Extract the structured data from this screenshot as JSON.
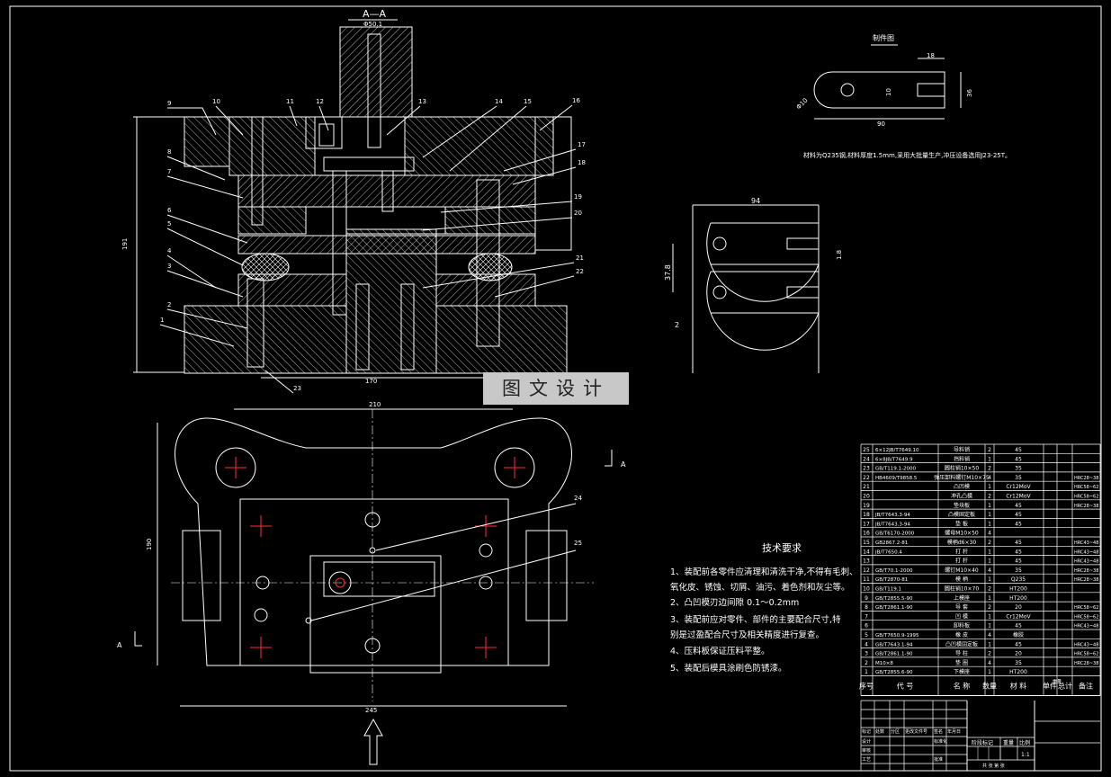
{
  "section_label": "A—A",
  "section_dim": "Φ50.1",
  "part_numbers_left": [
    "9",
    "10",
    "8",
    "7",
    "6",
    "5",
    "4",
    "3",
    "2",
    "1"
  ],
  "part_numbers_top": [
    "11",
    "12",
    "13",
    "14",
    "15",
    "16"
  ],
  "part_numbers_right": [
    "17",
    "18",
    "19",
    "20",
    "21",
    "22"
  ],
  "part_23": "23",
  "dim_height": "191",
  "dim_170": "170",
  "dim_210": "210",
  "dim_190": "190",
  "dim_245": "245",
  "part_24": "24",
  "part_25": "25",
  "section_arrow_label": "A",
  "workpiece": {
    "title": "制件图",
    "dim_18": "18",
    "dim_10": "10",
    "dim_36": "36",
    "dim_90": "90",
    "dim_phi10": "Φ10",
    "note": "材料为Q235钢,材料厚度1.5mm,采用大批量生产,冲压设备选用J23-25T。"
  },
  "strip": {
    "dim_94": "94",
    "dim_37_8": "37.8",
    "dim_1_8": "1.8",
    "dim_2": "2"
  },
  "watermark": "图文设计",
  "tech": {
    "title": "技术要求",
    "items": [
      "1、装配前各零件应清理和清洗干净,不得有毛刺、",
      "氧化皮、锈蚀、切屑、油污、着色剂和灰尘等。",
      "2、凸凹模刃边间隙 0.1～0.2mm",
      "3、装配前应对零件、部件的主要配合尺寸,特",
      "别是过盈配合尺寸及相关精度进行复查。",
      "4、压料板保证压料平整。",
      "5、装配后模具涂刷色防锈漆。"
    ]
  },
  "bom": {
    "rows": [
      [
        "25",
        "6×12JB/T7649.10",
        "导料销",
        "2",
        "45",
        ""
      ],
      [
        "24",
        "6×8JB/T7649.9",
        "挡料销",
        "1",
        "45",
        ""
      ],
      [
        "23",
        "GB/T119.1-2000",
        "圆柱销10×50",
        "2",
        "35",
        ""
      ],
      [
        "22",
        "HB4609/T9858.5",
        "弹压卸料螺钉M10×75",
        "4",
        "35",
        "HRC28~38"
      ],
      [
        "21",
        "",
        "凸凹模",
        "1",
        "Cr12MoV",
        "HRC58~62"
      ],
      [
        "20",
        "",
        "冲孔凸模",
        "2",
        "Cr12MoV",
        "HRC58~62"
      ],
      [
        "19",
        "",
        "垫块板",
        "1",
        "45",
        "HRC28~38"
      ],
      [
        "18",
        "JB/T7643.3-94",
        "凸模固定板",
        "1",
        "45",
        ""
      ],
      [
        "17",
        "JB/T7643.3-94",
        "垫 板",
        "1",
        "45",
        ""
      ],
      [
        "16",
        "GB/T6170-2000",
        "螺母M10×50",
        "4",
        "",
        ""
      ],
      [
        "15",
        "GB2867.2-81",
        "模柄d6×30",
        "2",
        "45",
        "HRC43~48"
      ],
      [
        "14",
        "JB/T7650.4",
        "打 杆",
        "1",
        "45",
        "HRC43~48"
      ],
      [
        "13",
        "",
        "打 杆",
        "1",
        "45",
        "HRC43~48"
      ],
      [
        "12",
        "GB/T70.1-2000",
        "螺钉M10×40",
        "4",
        "35",
        "HRC28~38"
      ],
      [
        "11",
        "GB/T2870-81",
        "模 柄",
        "1",
        "Q235",
        "HRC28~38"
      ],
      [
        "10",
        "GB/T119.1",
        "圆柱销10×70",
        "2",
        "HT200",
        ""
      ],
      [
        "9",
        "GB/T2855.5-90",
        "上模座",
        "1",
        "HT200",
        ""
      ],
      [
        "8",
        "GB/T2861.1-90",
        "导 套",
        "2",
        "20",
        "HRC58~62"
      ],
      [
        "7",
        "",
        "凹 模",
        "1",
        "Cr12MoV",
        "HRC58~62"
      ],
      [
        "6",
        "",
        "卸料板",
        "1",
        "45",
        "HRC43~48"
      ],
      [
        "5",
        "GB/T7650.9-1995",
        "橡 皮",
        "4",
        "橡胶",
        ""
      ],
      [
        "4",
        "GB/T7643.1-94",
        "凸凹模固定板",
        "1",
        "45",
        "HRC43~48"
      ],
      [
        "3",
        "GB/T2861.1-90",
        "导 柱",
        "2",
        "20",
        "HRC58~62"
      ],
      [
        "2",
        "M10×8",
        "垫 圈",
        "4",
        "35",
        "HRC28~38"
      ],
      [
        "1",
        "GB/T2855.6-90",
        "下模座",
        "1",
        "HT200",
        ""
      ]
    ],
    "header": [
      "序号",
      "代 号",
      "名 称",
      "数量",
      "材 料",
      "单件",
      "总计",
      "备注"
    ],
    "header_sub": "重量"
  },
  "titleblock": {
    "labels": [
      "标记",
      "处数",
      "分区",
      "更改文件号",
      "签名",
      "年月日"
    ],
    "row2": [
      "设计",
      "",
      "",
      "标准化",
      ""
    ],
    "row3": [
      "审核"
    ],
    "row4": [
      "工艺",
      "",
      "",
      "批准"
    ],
    "stage": "阶段标记",
    "weight": "重量",
    "scale": "比例",
    "scale_val": "1:1",
    "sheets": "共  张 第  张"
  }
}
